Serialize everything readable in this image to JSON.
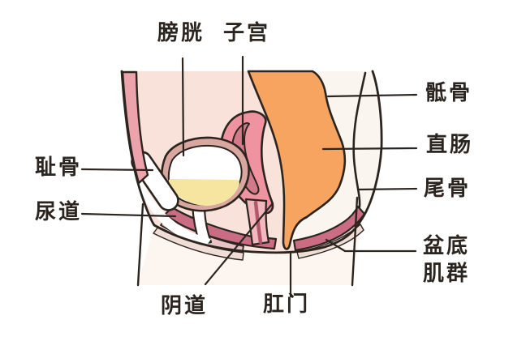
{
  "labels": {
    "bladder": "膀胱",
    "uterus": "子宫",
    "sacrum": "骶骨",
    "rectum": "直肠",
    "coccyx": "尾骨",
    "pelvic_floor_line1": "盆底",
    "pelvic_floor_line2": "肌群",
    "pubic_bone": "耻骨",
    "urethra": "尿道",
    "vagina": "阴道",
    "anus": "肛门"
  },
  "palette": {
    "line": "#2b241f",
    "skin": "#f9e2d9",
    "below": "#fdf5f0",
    "bone": "#faf5ee",
    "rectum": "#f6a45f",
    "strip": "#eda3ab",
    "uterus": "#ef93a0",
    "uterusInner": "#d07a8c",
    "vaginaWall": "#f2b8bd",
    "vaginaLumen": "#b2586e",
    "bladderWall": "#d9a79f",
    "urine": "#f5e5a0",
    "bandDark": "#ca6d83",
    "bandLight": "#e9c2c6",
    "bandPale": "#f0ded6",
    "white": "#ffffff"
  }
}
